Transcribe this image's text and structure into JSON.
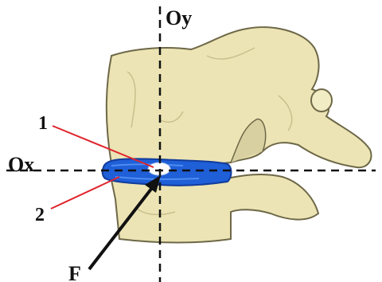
{
  "labels": {
    "oy": "Oy",
    "ox": "Ox",
    "one": "1",
    "two": "2",
    "f": "F"
  },
  "colors": {
    "bone_fill": "#ece4b4",
    "bone_outline": "#6e6848",
    "disc": "#1f5fd8",
    "disc_dark": "#123c9c",
    "leader_lines": "#e0242c",
    "axes": "#111111"
  }
}
